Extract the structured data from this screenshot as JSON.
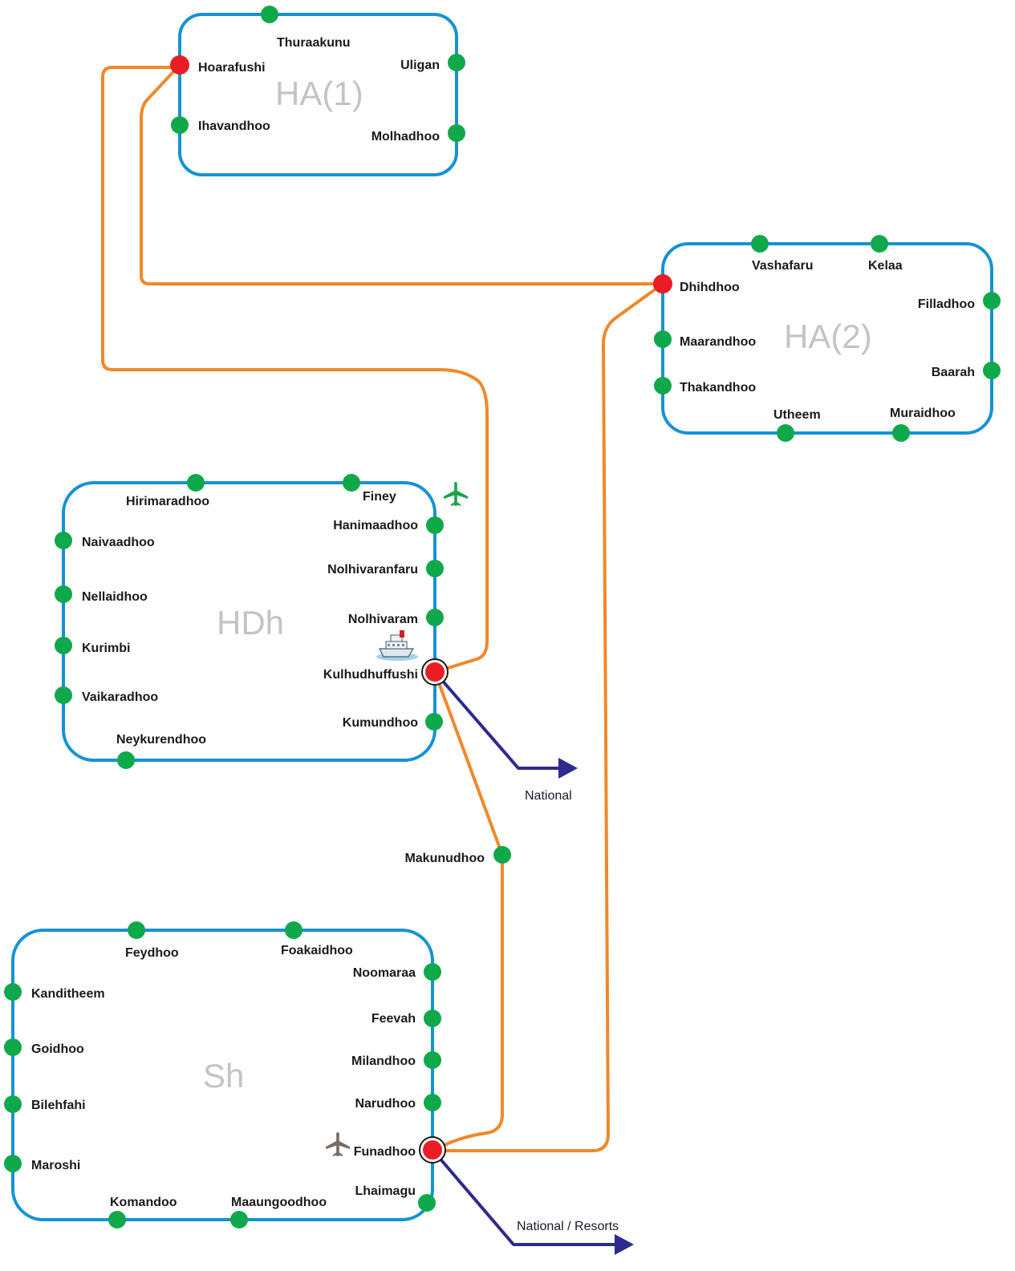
{
  "colors": {
    "atoll_ring": "#1592d6",
    "ferry_route": "#f0882a",
    "station": "#0fa84a",
    "hub": "#ea1c24",
    "outbound": "#2e2a8e",
    "atoll_label": "#c4c4c4",
    "airport_green": "#1aa34a",
    "airport_brown": "#7a6a60"
  },
  "atolls": {
    "ha1": {
      "name": "HA(1)",
      "stations": {
        "thuraakunu": "Thuraakunu",
        "hoarafushi": "Hoarafushi",
        "uligan": "Uligan",
        "ihavandhoo": "Ihavandhoo",
        "molhadhoo": "Molhadhoo"
      }
    },
    "ha2": {
      "name": "HA(2)",
      "stations": {
        "vashafaru": "Vashafaru",
        "kelaa": "Kelaa",
        "dhihdhoo": "Dhihdhoo",
        "filladhoo": "Filladhoo",
        "maarandhoo": "Maarandhoo",
        "baarah": "Baarah",
        "thakandhoo": "Thakandhoo",
        "utheem": "Utheem",
        "muraidhoo": "Muraidhoo"
      }
    },
    "hdh": {
      "name": "HDh",
      "stations": {
        "hirimaradhoo": "Hirimaradhoo",
        "finey": "Finey",
        "hanimaadhoo": "Hanimaadhoo",
        "naivaadhoo": "Naivaadhoo",
        "nolhivaranfaru": "Nolhivaranfaru",
        "nellaidhoo": "Nellaidhoo",
        "nolhivaram": "Nolhivaram",
        "kurimbi": "Kurimbi",
        "kulhudhuffushi": "Kulhudhuffushi",
        "vaikaradhoo": "Vaikaradhoo",
        "kumundhoo": "Kumundhoo",
        "neykurendhoo": "Neykurendhoo"
      }
    },
    "sh": {
      "name": "Sh",
      "stations": {
        "feydhoo": "Feydhoo",
        "foakaidhoo": "Foakaidhoo",
        "noomaraa": "Noomaraa",
        "kanditheem": "Kanditheem",
        "feevah": "Feevah",
        "goidhoo": "Goidhoo",
        "milandhoo": "Milandhoo",
        "bilehfahi": "Bilehfahi",
        "narudhoo": "Narudhoo",
        "funadhoo": "Funadhoo",
        "maroshi": "Maroshi",
        "lhaimagu": "Lhaimagu",
        "komandoo": "Komandoo",
        "maaungoodhoo": "Maaungoodhoo"
      }
    }
  },
  "connector_stations": {
    "makunudhoo": "Makunudhoo"
  },
  "destinations": {
    "national": "National",
    "national_resorts": "National / Resorts"
  },
  "icons": {
    "airport": "airplane-icon",
    "ferry": "ship-icon"
  }
}
